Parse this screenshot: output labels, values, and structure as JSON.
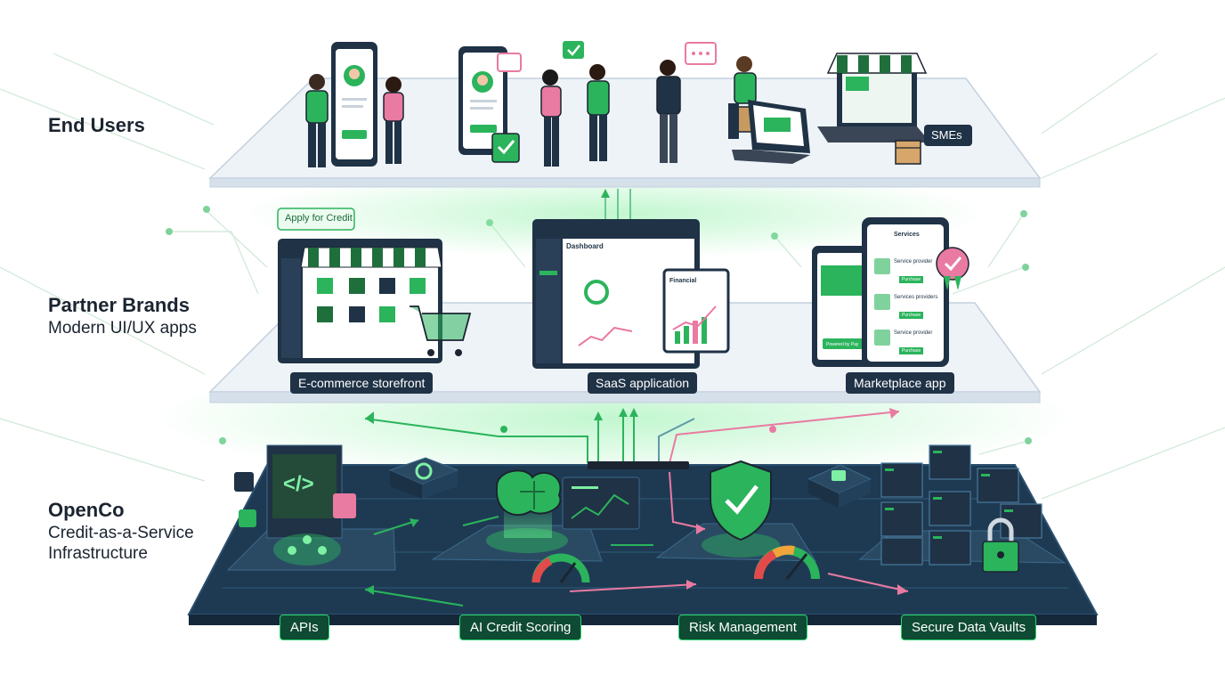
{
  "layers": {
    "end_users": {
      "title": "End Users"
    },
    "partner_brands": {
      "title": "Partner Brands",
      "subtitle": "Modern UI/UX apps"
    },
    "openco": {
      "title": "OpenCo",
      "subtitle_line1": "Credit-as-a-Service",
      "subtitle_line2": "Infrastructure"
    }
  },
  "end_users": {
    "smes_label": "SMEs"
  },
  "partner_apps": {
    "ecommerce": {
      "label": "E-commerce storefront",
      "cta": "Apply for Credit"
    },
    "saas": {
      "label": "SaaS application",
      "dashboard_title": "Dashboard",
      "chart_title": "Financial"
    },
    "marketplace": {
      "label": "Marketplace app",
      "screen_title": "Services",
      "item1": "Service provider",
      "item2": "Services providers",
      "item3": "Service provider",
      "item_button": "Purchase",
      "tablet_button": "Powered by Pay"
    }
  },
  "openco_components": {
    "apis": "APIs",
    "ai_scoring": "AI Credit Scoring",
    "risk": "Risk Management",
    "vaults": "Secure Data Vaults",
    "code_glyph": "</>"
  },
  "colors": {
    "brand_green": "#2bb45c",
    "navy": "#1f3246",
    "pink": "#e97aa2",
    "platform_top": "#eef3f8"
  }
}
